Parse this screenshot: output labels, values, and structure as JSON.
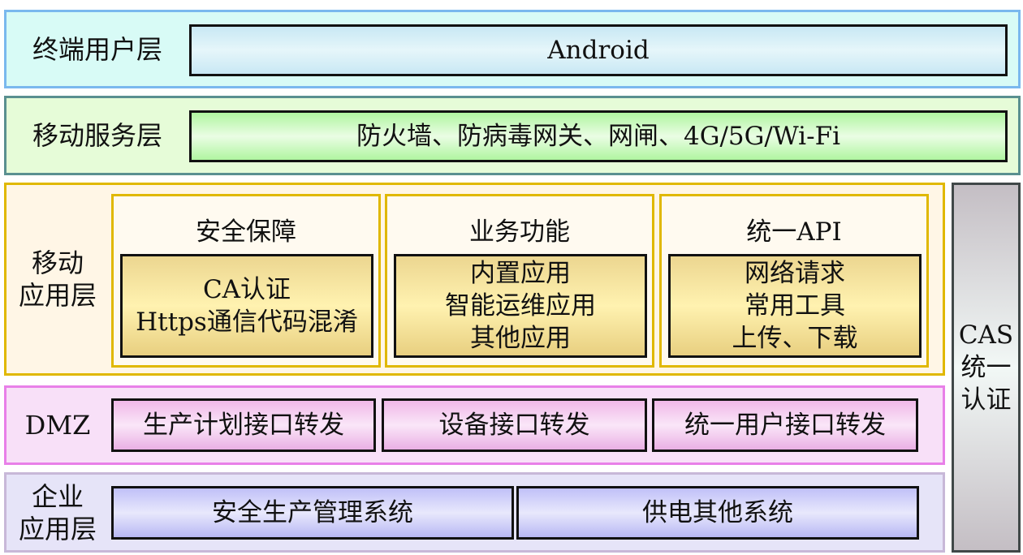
{
  "terminal": {
    "label": "终端用户层",
    "content": "Android"
  },
  "mobile_service": {
    "label": "移动服务层",
    "content": "防火墙、防病毒网关、网闸、4G/5G/Wi-Fi"
  },
  "mobile_app": {
    "label_line1": "移动",
    "label_line2": "应用层",
    "panels": [
      {
        "title": "安全保障",
        "lines": [
          "CA认证",
          "Https通信代码混淆"
        ]
      },
      {
        "title": "业务功能",
        "lines": [
          "内置应用",
          "智能运维应用",
          "其他应用"
        ]
      },
      {
        "title": "统一API",
        "lines": [
          "网络请求",
          "常用工具",
          "上传、下载"
        ]
      }
    ]
  },
  "dmz": {
    "label": "DMZ",
    "items": [
      "生产计划接口转发",
      "设备接口转发",
      "统一用户接口转发"
    ]
  },
  "enterprise": {
    "label_line1": "企业",
    "label_line2": "应用层",
    "items": [
      "安全生产管理系统",
      "供电其他系统"
    ]
  },
  "cas": {
    "lines": [
      "CAS",
      "统一",
      "认证"
    ]
  }
}
